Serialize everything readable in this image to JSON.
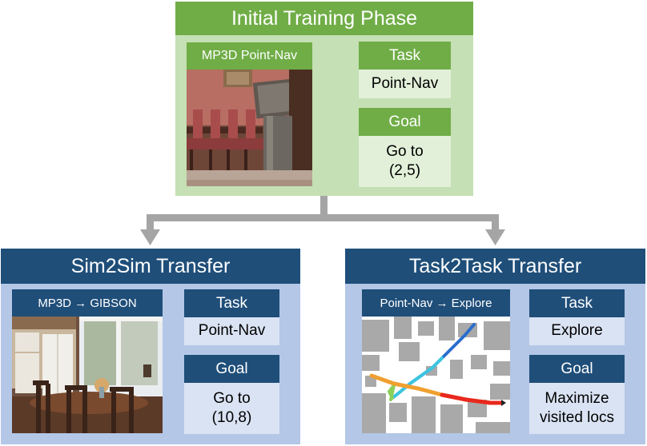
{
  "top": {
    "title": "Initial Training Phase",
    "image_label": "MP3D Point-Nav",
    "task_label": "Task",
    "task_value": "Point-Nav",
    "goal_label": "Goal",
    "goal_value_line1": "Go to",
    "goal_value_line2": "(2,5)"
  },
  "left": {
    "title": "Sim2Sim Transfer",
    "image_label": "MP3D → GIBSON",
    "task_label": "Task",
    "task_value": "Point-Nav",
    "goal_label": "Goal",
    "goal_value_line1": "Go to",
    "goal_value_line2": "(10,8)"
  },
  "right": {
    "title": "Task2Task Transfer",
    "image_label": "Point-Nav → Explore",
    "task_label": "Task",
    "task_value": "Explore",
    "goal_label": "Goal",
    "goal_value_line1": "Maximize",
    "goal_value_line2": "visited locs"
  },
  "colors": {
    "green_header": "#70ad47",
    "green_panel": "#c5e0b4",
    "green_value": "#e2f0d9",
    "blue_header": "#1f4e79",
    "blue_panel": "#b4c7e7",
    "blue_value": "#dae3f3",
    "connector": "#a5a5a5"
  }
}
